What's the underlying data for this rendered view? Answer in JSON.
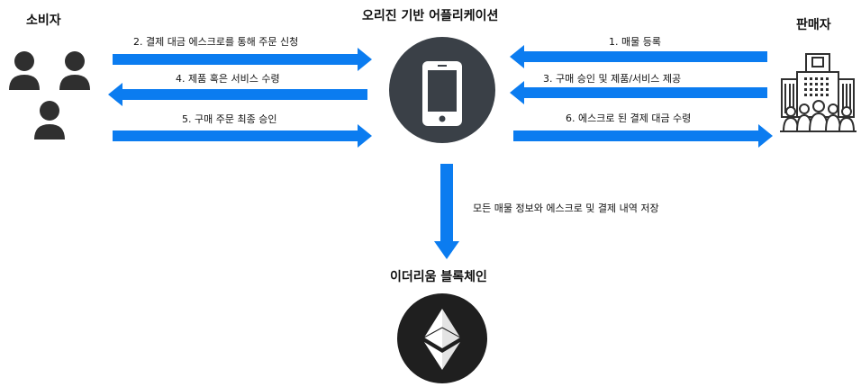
{
  "titles": {
    "consumer": "소비자",
    "app": "오리진 기반 어플리케이션",
    "seller": "판매자",
    "blockchain": "이더리움 블록체인"
  },
  "flows": {
    "step2": "2. 결제 대금 에스크로를 통해 주문 신청",
    "step4": "4. 제품 혹은 서비스 수령",
    "step5": "5. 구매 주문 최종 승인",
    "step1": "1. 매물 등록",
    "step3": "3. 구매 승인 및 제품/서비스 제공",
    "step6": "6. 에스크로 된 결제 대금 수령",
    "storage": "모든 매물 정보와 에스크로 및 결제 내역 저장"
  },
  "colors": {
    "arrow": "#0b7cf0",
    "icon_dark": "#2f2f2f",
    "app_circle": "#3a4047"
  }
}
